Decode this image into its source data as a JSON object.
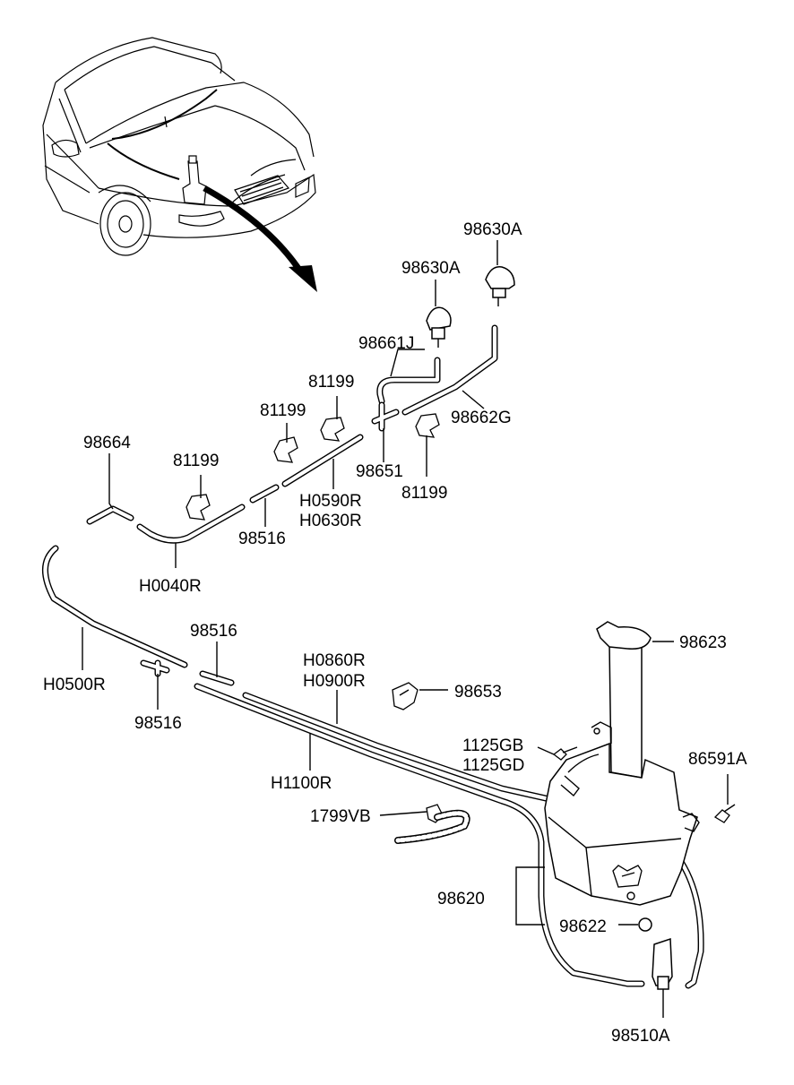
{
  "labels": {
    "p98630A_right": "98630A",
    "p98630A_left": "98630A",
    "p98661J": "98661J",
    "p81199_a": "81199",
    "p81199_b": "81199",
    "p98662G": "98662G",
    "p98664": "98664",
    "p81199_c": "81199",
    "p98651": "98651",
    "p81199_d": "81199",
    "pH0590R": "H0590R",
    "pH0630R": "H0630R",
    "p98516_a": "98516",
    "pH0040R": "H0040R",
    "p98516_b": "98516",
    "pH0860R": "H0860R",
    "pH0900R": "H0900R",
    "p98623": "98623",
    "p98653": "98653",
    "pH0500R": "H0500R",
    "p98516_c": "98516",
    "p1125GB": "1125GB",
    "p1125GD": "1125GD",
    "p86591A": "86591A",
    "pH1100R": "H1100R",
    "p1799VB": "1799VB",
    "p98620": "98620",
    "p98622": "98622",
    "p98510A": "98510A"
  }
}
